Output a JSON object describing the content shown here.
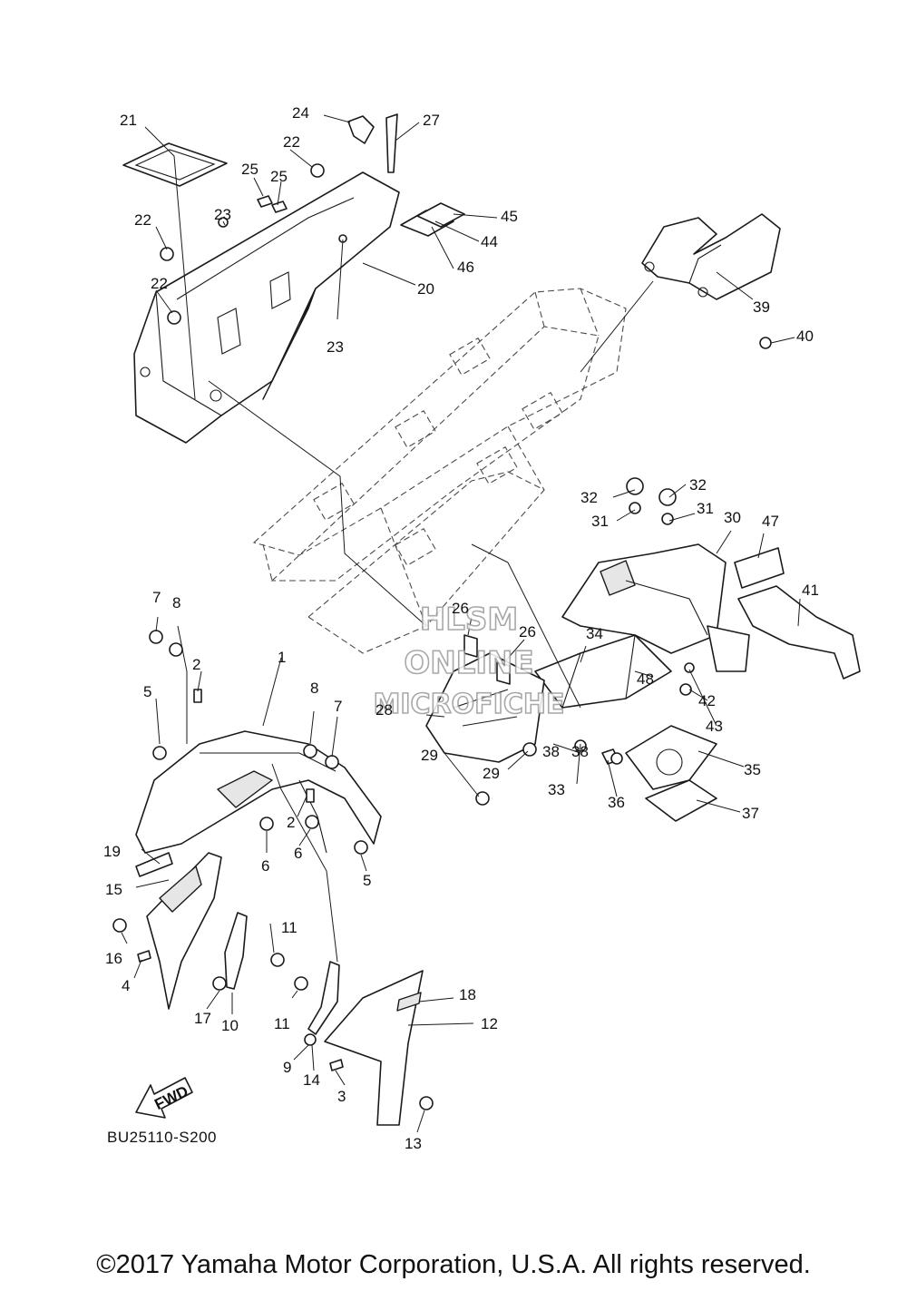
{
  "diagram": {
    "code": "BU25110-S200",
    "copyright": "©2017 Yamaha Motor Corporation, U.S.A. All rights reserved.",
    "fwd_label": "FWD",
    "watermark": {
      "line1": "HLSM",
      "line2": "ONLINE",
      "line3": "MICROFICHE"
    },
    "callouts": [
      {
        "id": "c1",
        "label": "1"
      },
      {
        "id": "c2a",
        "label": "2"
      },
      {
        "id": "c2b",
        "label": "2"
      },
      {
        "id": "c3",
        "label": "3"
      },
      {
        "id": "c4",
        "label": "4"
      },
      {
        "id": "c5a",
        "label": "5"
      },
      {
        "id": "c5b",
        "label": "5"
      },
      {
        "id": "c6a",
        "label": "6"
      },
      {
        "id": "c6b",
        "label": "6"
      },
      {
        "id": "c7a",
        "label": "7"
      },
      {
        "id": "c7b",
        "label": "7"
      },
      {
        "id": "c8a",
        "label": "8"
      },
      {
        "id": "c8b",
        "label": "8"
      },
      {
        "id": "c9",
        "label": "9"
      },
      {
        "id": "c10",
        "label": "10"
      },
      {
        "id": "c11a",
        "label": "11"
      },
      {
        "id": "c11b",
        "label": "11"
      },
      {
        "id": "c12",
        "label": "12"
      },
      {
        "id": "c13",
        "label": "13"
      },
      {
        "id": "c14",
        "label": "14"
      },
      {
        "id": "c15",
        "label": "15"
      },
      {
        "id": "c16",
        "label": "16"
      },
      {
        "id": "c17",
        "label": "17"
      },
      {
        "id": "c18",
        "label": "18"
      },
      {
        "id": "c19",
        "label": "19"
      },
      {
        "id": "c20",
        "label": "20"
      },
      {
        "id": "c21",
        "label": "21"
      },
      {
        "id": "c22a",
        "label": "22"
      },
      {
        "id": "c22b",
        "label": "22"
      },
      {
        "id": "c22c",
        "label": "22"
      },
      {
        "id": "c23a",
        "label": "23"
      },
      {
        "id": "c23b",
        "label": "23"
      },
      {
        "id": "c24",
        "label": "24"
      },
      {
        "id": "c25a",
        "label": "25"
      },
      {
        "id": "c25b",
        "label": "25"
      },
      {
        "id": "c26a",
        "label": "26"
      },
      {
        "id": "c26b",
        "label": "26"
      },
      {
        "id": "c27",
        "label": "27"
      },
      {
        "id": "c28",
        "label": "28"
      },
      {
        "id": "c29a",
        "label": "29"
      },
      {
        "id": "c29b",
        "label": "29"
      },
      {
        "id": "c30",
        "label": "30"
      },
      {
        "id": "c31a",
        "label": "31"
      },
      {
        "id": "c31b",
        "label": "31"
      },
      {
        "id": "c32a",
        "label": "32"
      },
      {
        "id": "c32b",
        "label": "32"
      },
      {
        "id": "c33",
        "label": "33"
      },
      {
        "id": "c34",
        "label": "34"
      },
      {
        "id": "c35",
        "label": "35"
      },
      {
        "id": "c36",
        "label": "36"
      },
      {
        "id": "c37",
        "label": "37"
      },
      {
        "id": "c38a",
        "label": "38"
      },
      {
        "id": "c38b",
        "label": "38"
      },
      {
        "id": "c39",
        "label": "39"
      },
      {
        "id": "c40",
        "label": "40"
      },
      {
        "id": "c41",
        "label": "41"
      },
      {
        "id": "c42",
        "label": "42"
      },
      {
        "id": "c43",
        "label": "43"
      },
      {
        "id": "c44",
        "label": "44"
      },
      {
        "id": "c45",
        "label": "45"
      },
      {
        "id": "c46",
        "label": "46"
      },
      {
        "id": "c47",
        "label": "47"
      },
      {
        "id": "c48",
        "label": "48"
      }
    ]
  }
}
